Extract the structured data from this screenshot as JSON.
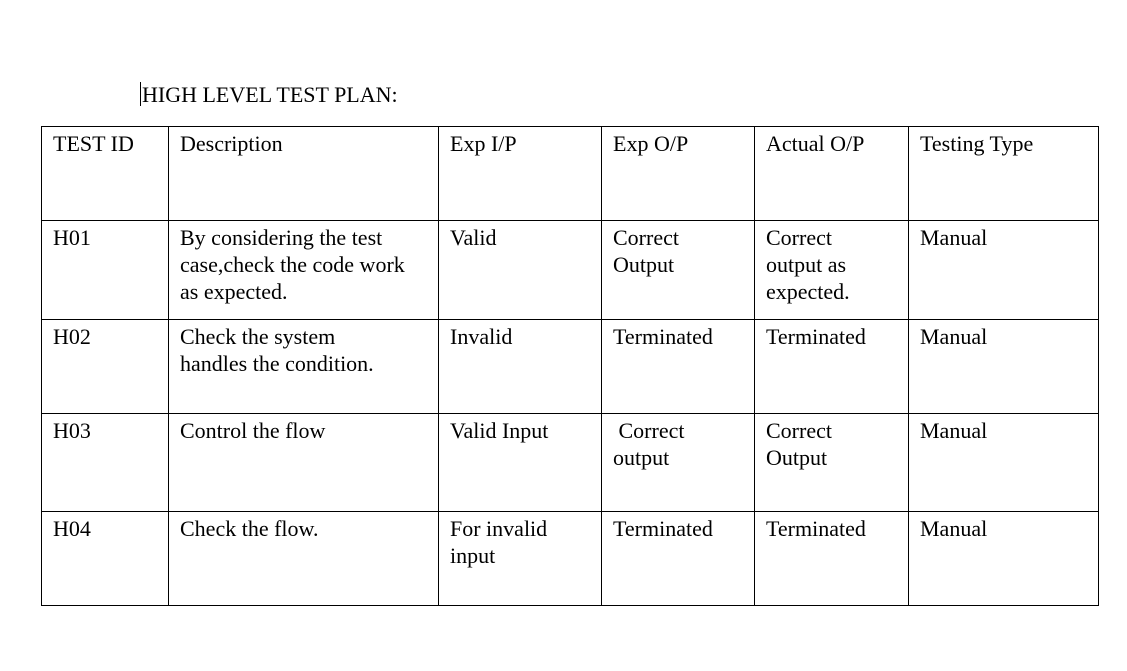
{
  "document": {
    "heading": "HIGH LEVEL TEST PLAN:"
  },
  "table": {
    "headers": [
      "TEST ID",
      "Description",
      "Exp I/P",
      "Exp O/P",
      "Actual O/P",
      "Testing Type"
    ],
    "rows": [
      {
        "test_id": "H01",
        "description_lines": [
          "By considering the test",
          "case,check the code work",
          "as expected."
        ],
        "exp_ip_lines": [
          "Valid"
        ],
        "exp_op_lines": [
          "Correct",
          "Output"
        ],
        "actual_op_lines": [
          "Correct",
          "output as",
          "expected."
        ],
        "testing_type": "Manual"
      },
      {
        "test_id": "H02",
        "description_lines": [
          "Check the system",
          "handles the condition."
        ],
        "exp_ip_lines": [
          "Invalid"
        ],
        "exp_op_lines": [
          "Terminated"
        ],
        "actual_op_lines": [
          "Terminated"
        ],
        "testing_type": "Manual"
      },
      {
        "test_id": "H03",
        "description_lines": [
          "Control the flow"
        ],
        "exp_ip_lines": [
          "Valid Input"
        ],
        "exp_op_lines": [
          " Correct",
          "output"
        ],
        "actual_op_lines": [
          "Correct",
          "Output"
        ],
        "testing_type": "Manual"
      },
      {
        "test_id": "H04",
        "description_lines": [
          "Check the flow."
        ],
        "exp_ip_lines": [
          "For invalid",
          "input"
        ],
        "exp_op_lines": [
          "Terminated"
        ],
        "actual_op_lines": [
          "Terminated"
        ],
        "testing_type": "Manual"
      }
    ]
  }
}
